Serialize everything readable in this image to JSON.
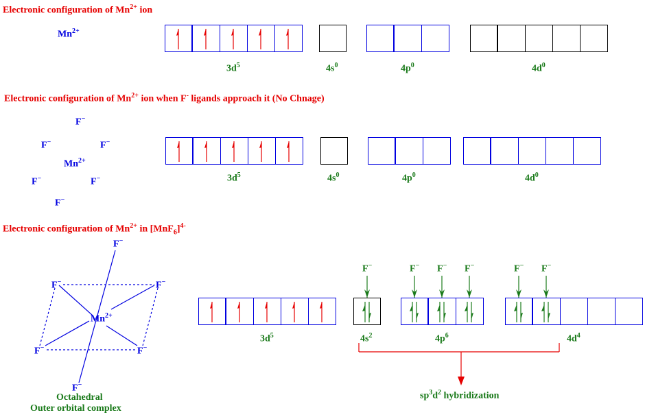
{
  "sections": [
    {
      "title": "Electronic configuration of Mn",
      "title_sup": "2+",
      "title_tail": " ion"
    },
    {
      "title": "Electronic configuration of Mn",
      "title_sup": "2+",
      "title_mid": " ion when F",
      "title_sup2": "-",
      "title_tail": " ligands approach it (No Chnage)"
    },
    {
      "title": "Electronic configuration of Mn",
      "title_sup": "2+",
      "title_mid": " in [MnF",
      "title_sub": "6",
      "title_mid2": "]",
      "title_sup2": "4-"
    }
  ],
  "ion": {
    "symbol": "Mn",
    "charge": "2+"
  },
  "ligand": {
    "symbol": "F",
    "charge": "−"
  },
  "geometry": {
    "line1": "Octahedral",
    "line2": "Outer orbital complex"
  },
  "hybridization": {
    "prefix": "sp",
    "s1": "3",
    "mid": "d",
    "s2": "2",
    "tail": " hybridization"
  },
  "rows": [
    {
      "orbitals": [
        {
          "label": "3d",
          "sup": "5",
          "electrons": [
            1,
            1,
            1,
            1,
            1
          ],
          "border": "#0000e0"
        },
        {
          "label": "4s",
          "sup": "0",
          "electrons": [
            0
          ],
          "border": "#000000"
        },
        {
          "label": "4p",
          "sup": "0",
          "electrons": [
            0,
            0,
            0
          ],
          "border": "#0000e0"
        },
        {
          "label": "4d",
          "sup": "0",
          "electrons": [
            0,
            0,
            0,
            0,
            0
          ],
          "border": "#000000"
        }
      ]
    },
    {
      "orbitals": [
        {
          "label": "3d",
          "sup": "5",
          "electrons": [
            1,
            1,
            1,
            1,
            1
          ],
          "border": "#0000e0"
        },
        {
          "label": "4s",
          "sup": "0",
          "electrons": [
            0
          ],
          "border": "#000000"
        },
        {
          "label": "4p",
          "sup": "0",
          "electrons": [
            0,
            0,
            0
          ],
          "border": "#0000e0"
        },
        {
          "label": "4d",
          "sup": "0",
          "electrons": [
            0,
            0,
            0,
            0,
            0
          ],
          "border": "#0000e0"
        }
      ]
    },
    {
      "orbitals": [
        {
          "label": "3d",
          "sup": "5",
          "electrons": [
            1,
            1,
            1,
            1,
            1
          ],
          "border": "#0000e0"
        },
        {
          "label": "4s",
          "sup": "2",
          "electrons": [
            2
          ],
          "border": "#000000"
        },
        {
          "label": "4p",
          "sup": "6",
          "electrons": [
            2,
            2,
            2
          ],
          "border": "#0000e0"
        },
        {
          "label": "4d",
          "sup": "4",
          "electrons": [
            2,
            2,
            0,
            0,
            0
          ],
          "border": "#0000e0"
        }
      ]
    }
  ],
  "colors": {
    "title": "#e60000",
    "ion": "#0000e0",
    "label": "#1a7a1a",
    "unpaired": "#e60000",
    "paired": "#1a7a1a",
    "bracket": "#e60000"
  }
}
